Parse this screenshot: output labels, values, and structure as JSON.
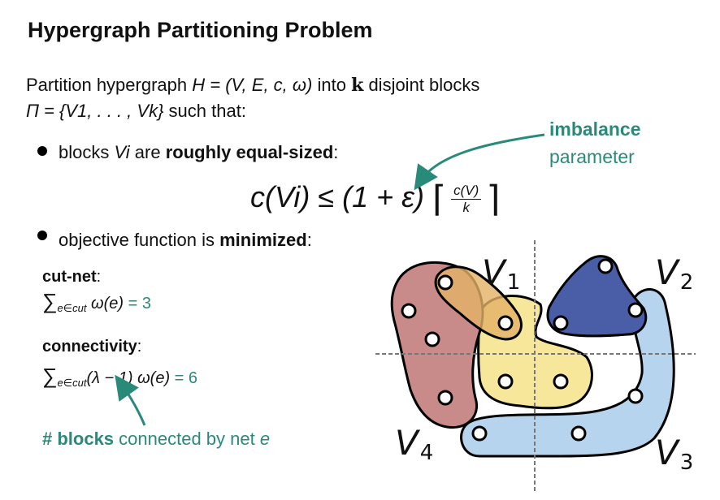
{
  "title": "Hypergraph Partitioning Problem",
  "intro": {
    "line1_prefix": "Partition hypergraph ",
    "line1_formula": "H = (V, E, c, ω)",
    "line1_mid": " into ",
    "line1_k": "k",
    "line1_suffix": " disjoint blocks",
    "line2_formula": "Π = {V1, . . . , Vk}",
    "line2_suffix": " such that:"
  },
  "bullet1": {
    "prefix": "blocks ",
    "var": "Vi",
    "mid": " are ",
    "bold": "roughly equal-sized",
    "suffix": ":"
  },
  "balance_formula": {
    "lhs": "c(Vi) ≤ (1 + ε)",
    "ceil_left": "⌈",
    "numerator": "c(V)",
    "denominator": "k",
    "ceil_right": "⌉"
  },
  "imbalance": {
    "line1": "imbalance",
    "line2": "parameter"
  },
  "bullet2": {
    "prefix": "objective function is ",
    "bold": "minimized",
    "suffix": ":"
  },
  "cutnet": {
    "label": "cut-net",
    "colon": ":",
    "sum": "∑",
    "subscript": "e∈cut",
    "term": "ω(e)",
    "result": "= 3"
  },
  "connectivity": {
    "label": "connectivity",
    "colon": ":",
    "sum": "∑",
    "subscript": "e∈cut",
    "term": "(λ − 1) ω(e)",
    "result": "= 6"
  },
  "blocks_note": {
    "bold": "# blocks",
    "text": " connected by net ",
    "var": "e"
  },
  "diagram": {
    "labels": [
      {
        "main": "V",
        "sub": "1"
      },
      {
        "main": "V",
        "sub": "2"
      },
      {
        "main": "V",
        "sub": "3"
      },
      {
        "main": "V",
        "sub": "4"
      }
    ],
    "colors": {
      "red_net": "#c98a8a",
      "orange_net": "#e3b265",
      "yellow_net": "#f7e79a",
      "blue_net": "#4a5ea8",
      "lightblue_net": "#b7d4ee",
      "teal": "#2a8a7a"
    }
  }
}
